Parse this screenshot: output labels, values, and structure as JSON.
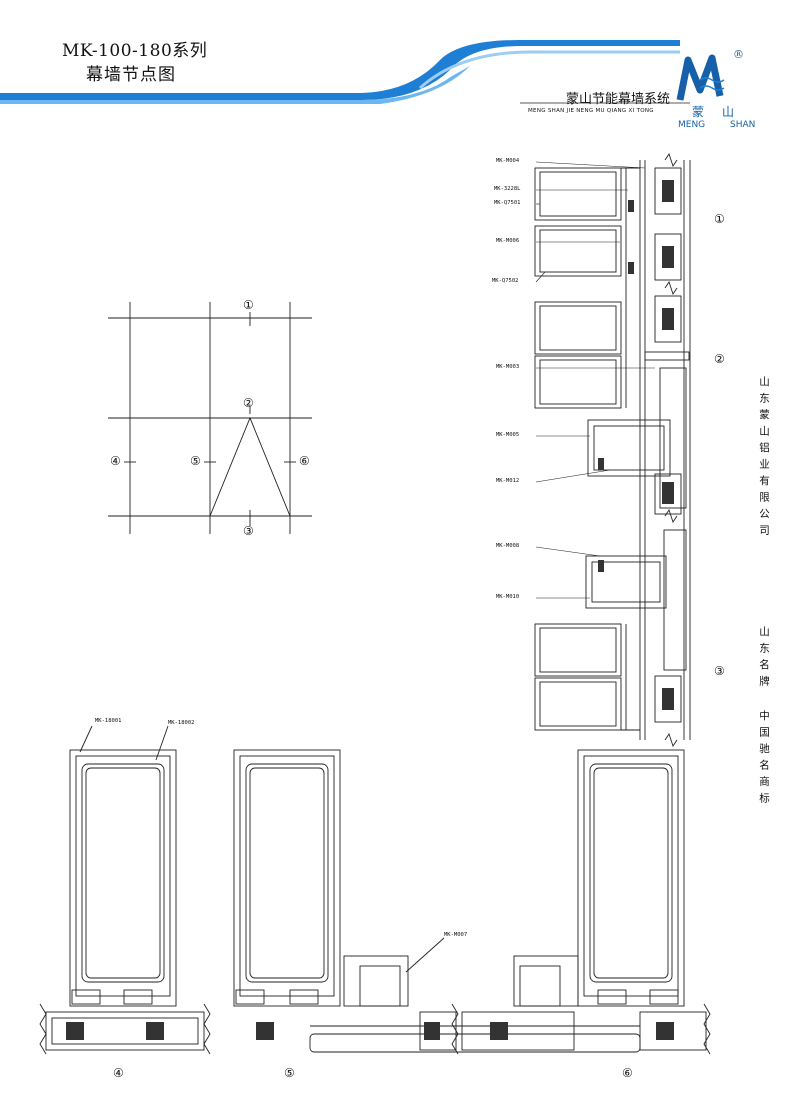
{
  "header": {
    "title_line1": "MK-100-180系列",
    "title_line2": "幕墙节点图",
    "company_cn": "蒙山节能幕墙系统",
    "company_en": "MENG SHAN JIE NENG MU QIANG XI TONG",
    "logo_cn": "蒙山",
    "logo_en": "MENG SHAN",
    "logo_reg": "®",
    "accent": "#1e7fd4"
  },
  "side_text": {
    "company": "山东蒙山铝业有限公司",
    "award1": "山东名牌",
    "award2": "中国驰名商标"
  },
  "key_plan": {
    "marks": [
      "①",
      "②",
      "③",
      "④",
      "⑤",
      "⑥"
    ]
  },
  "vertical_section": {
    "labels": [
      "MK-M004",
      "MK-3228L",
      "MK-Q7501",
      "MK-M006",
      "MK-Q7502",
      "MK-M003",
      "MK-M005",
      "MK-M012",
      "MK-M008",
      "MK-M010"
    ],
    "marks": [
      "①",
      "②",
      "③"
    ]
  },
  "horizontal_section": {
    "labels": [
      "MK-18001",
      "MK-18002",
      "MK-M007"
    ],
    "marks": [
      "④",
      "⑤",
      "⑥"
    ]
  }
}
